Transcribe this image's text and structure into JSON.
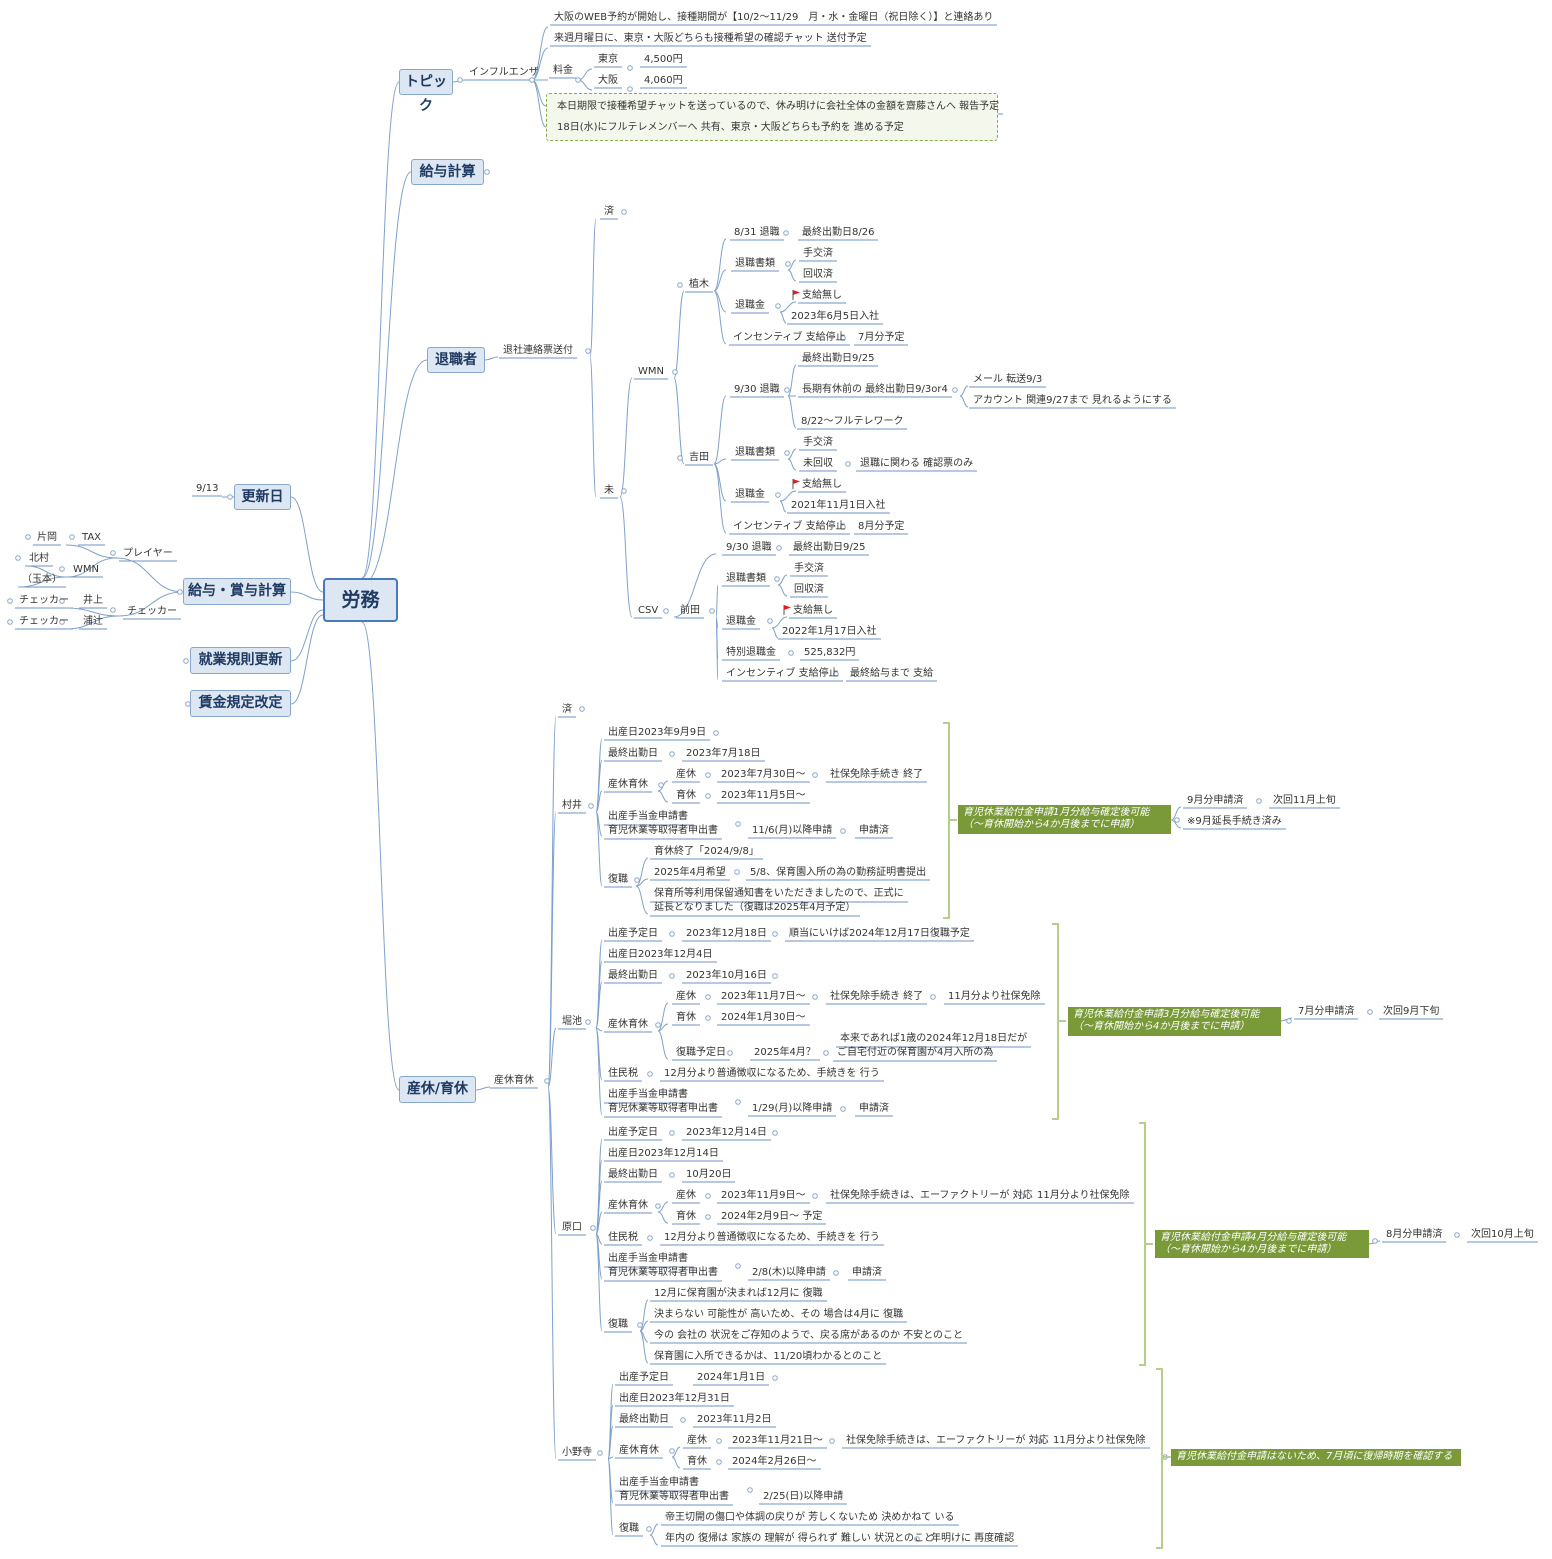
{
  "center": {
    "label": "労務"
  },
  "main": {
    "topic": "トピック",
    "kyuyo": "給与計算",
    "taishoku": "退職者",
    "koushin": "更新日",
    "kyuyo_shoyo": "給与・賞与計算",
    "shugyo": "就業規則更新",
    "chingin": "賃金規定改定",
    "sankyu": "産休/育休"
  },
  "topic": {
    "influenza": "インフルエンザ",
    "osaka_web": "大阪のWEB予約が開始し、接種期間が【10/2〜11/29　月・水・金曜日（祝日除く）】と連絡あり",
    "chat_yotei": "来週月曜日に、東京・大阪どちらも接種希望の確認チャット 送付予定",
    "ryokin": "料金",
    "tokyo": "東京",
    "tokyo_price": "4,500円",
    "osaka": "大阪",
    "osaka_price": "4,060円",
    "note1": "本日期限で接種希望チャットを送っているので、休み明けに会社全体の金額を齋藤さんへ 報告予定",
    "note2": "18日(水)にフルテレメンバーへ 共有、東京・大阪どちらも予約を 進める予定"
  },
  "koushin": {
    "date": "9/13"
  },
  "kyuyo_shoyo": {
    "player": "プレイヤー",
    "checker": "チェッカー",
    "tax": "TAX",
    "wmn": "WMN",
    "kataoka": "片岡",
    "kitamura": "北村",
    "tamamoto": "（玉本）",
    "inoue": "井上",
    "uratsuji": "浦辻",
    "checker_label": "チェッカー"
  },
  "taishoku": {
    "sent": "退社連絡票送付",
    "sumi": "済",
    "mi": "未",
    "wmn": "WMN",
    "csv": "CSV",
    "ueki": "植木",
    "yoshida": "吉田",
    "maeda": "前田",
    "ueki_items": {
      "taishoku": "8/31 退職",
      "saishu": "最終出勤日8/26",
      "shorui": "退職書類",
      "tekou": "手交済",
      "kaishu": "回収済",
      "kin": "退職金",
      "nashi": "支給無し",
      "nyusha": "2023年6月5日入社",
      "incentive": "インセンティブ 支給停止",
      "incentive_v": "7月分予定"
    },
    "yoshida_items": {
      "taishoku": "9/30 退職",
      "saishu": "最終出勤日9/25",
      "choki": "長期有休前の 最終出勤日9/3or4",
      "mail": "メール 転送9/3",
      "account": "アカウント 関連9/27まで 見れるようにする",
      "fulltele": "8/22〜フルテレワーク",
      "shorui": "退職書類",
      "tekou": "手交済",
      "mikaishu": "未回収",
      "kakunin": "退職に関わる 確認票のみ",
      "kin": "退職金",
      "nashi": "支給無し",
      "nyusha": "2021年11月1日入社",
      "incentive": "インセンティブ 支給停止",
      "incentive_v": "8月分予定"
    },
    "maeda_items": {
      "taishoku": "9/30 退職",
      "saishu": "最終出勤日9/25",
      "shorui": "退職書類",
      "tekou": "手交済",
      "kaishu": "回収済",
      "kin": "退職金",
      "nashi": "支給無し",
      "nyusha": "2022年1月17日入社",
      "tokubetsu": "特別退職金",
      "tokubetsu_v": "525,832円",
      "incentive": "インセンティブ 支給停止",
      "incentive_v": "最終給与まで 支給"
    }
  },
  "sankyu": {
    "branch": "産休育休",
    "sumi": "済",
    "murai": {
      "name": "村井",
      "shussan": "出産日2023年9月9日",
      "saishu": "最終出勤日",
      "saishu_v": "2023年7月18日",
      "sankyu": "産休育休",
      "san": "産休",
      "san_v": "2023年7月30日〜",
      "san_sha": "社保免除手続き 終了",
      "iku": "育休",
      "iku_v": "2023年11月5日〜",
      "shinsei1": "出産手当金申請書",
      "shinsei2": "育児休業等取得者申出書",
      "shinsei_v": "11/6(月)以降申請",
      "shinsei_sumi": "申請済",
      "fukushoku": "復職",
      "f1": "育休終了「2024/9/8」",
      "f2": "2025年4月希望",
      "f2b": "5/8、保育園入所の為の勤務証明書提出",
      "f3a": "保育所等利用保留通知書をいただきましたので、正式に",
      "f3b": "延長となりました（復職は2025年4月予定）",
      "callout1": "育児休業給付金申請1月分給与確定後可能",
      "callout2": "（〜育休開始から4か月後までに申請）",
      "c_a": "9月分申請済",
      "c_b": "次回11月上旬",
      "c_c": "※9月延長手続き済み"
    },
    "horiike": {
      "name": "堀池",
      "yotei": "出産予定日",
      "yotei_v": "2023年12月18日",
      "yotei_c": "順当にいけば2024年12月17日復職予定",
      "shussan": "出産日2023年12月4日",
      "saishu": "最終出勤日",
      "saishu_v": "2023年10月16日",
      "sankyu": "産休育休",
      "san": "産休",
      "san_v": "2023年11月7日〜",
      "san_sha": "社保免除手続き 終了",
      "san_11": "11月分より社保免除",
      "iku": "育休",
      "iku_v": "2024年1月30日〜",
      "fuku": "復職予定日",
      "fuku_v": "2025年4月？",
      "fuku_n1": "本来であれば1歳の2024年12月18日だが",
      "fuku_n2": "ご自宅付近の保育園が4月入所の為",
      "jumin": "住民税",
      "jumin_v": "12月分より普通徴収になるため、手続きを 行う",
      "shinsei1": "出産手当金申請書",
      "shinsei2": "育児休業等取得者申出書",
      "shinsei_v": "1/29(月)以降申請",
      "shinsei_sumi": "申請済",
      "callout1": "育児休業給付金申請3月分給与確定後可能",
      "callout2": "（〜育休開始から4か月後までに申請）",
      "c_a": "7月分申請済",
      "c_b": "次回9月下旬"
    },
    "haraguchi": {
      "name": "原口",
      "yotei": "出産予定日",
      "yotei_v": "2023年12月14日",
      "shussan": "出産日2023年12月14日",
      "saishu": "最終出勤日",
      "saishu_v": "10月20日",
      "sankyu": "産休育休",
      "san": "産休",
      "san_v": "2023年11月9日〜",
      "san_sha": "社保免除手続きは、エーファクトリーが 対応",
      "san_11": "11月分より社保免除",
      "iku": "育休",
      "iku_v": "2024年2月9日〜 予定",
      "jumin": "住民税",
      "jumin_v": "12月分より普通徴収になるため、手続きを 行う",
      "shinsei1": "出産手当金申請書",
      "shinsei2": "育児休業等取得者申出書",
      "shinsei_v": "2/8(木)以降申請",
      "shinsei_sumi": "申請済",
      "fukushoku": "復職",
      "f1": "12月に保育園が決まれば12月に 復職",
      "f2": "決まらない 可能性が 高いため、その 場合は4月に 復職",
      "f3": "今の 会社の 状況をご存知のようで、戻る席があるのか 不安とのこと",
      "f4": "保育園に入所できるかは、11/20頃わかるとのこと",
      "callout1": "育児休業給付金申請4月分給与確定後可能",
      "callout2": "（〜育休開始から4か月後までに申請）",
      "c_a": "8月分申請済",
      "c_b": "次回10月上旬"
    },
    "onodera": {
      "name": "小野寺",
      "yotei": "出産予定日",
      "yotei_v": "2024年1月1日",
      "shussan": "出産日2023年12月31日",
      "saishu": "最終出勤日",
      "saishu_v": "2023年11月2日",
      "sankyu": "産休育休",
      "san": "産休",
      "san_v": "2023年11月21日〜",
      "san_sha": "社保免除手続きは、エーファクトリーが 対応",
      "san_11": "11月分より社保免除",
      "iku": "育休",
      "iku_v": "2024年2月26日〜",
      "shinsei1": "出産手当金申請書",
      "shinsei2": "育児休業等取得者申出書",
      "shinsei_v": "2/25(日)以降申請",
      "fukushoku": "復職",
      "f1": "帝王切開の傷口や体調の戻りが 芳しくないため 決めかねて いる",
      "f2": "年内の 復帰は 家族の 理解が 得られず 難しい 状況とのこと",
      "f2b": "年明けに 再度確認",
      "callout": "育児休業給付金申請はないため、7月頃に復帰時期を確認する"
    }
  },
  "colors": {
    "branch": "#7fa1cc",
    "underline": "#6f93c4",
    "bracket": "#b5cf8a",
    "callout": "#7a9a3a",
    "flag": "#e02020"
  }
}
